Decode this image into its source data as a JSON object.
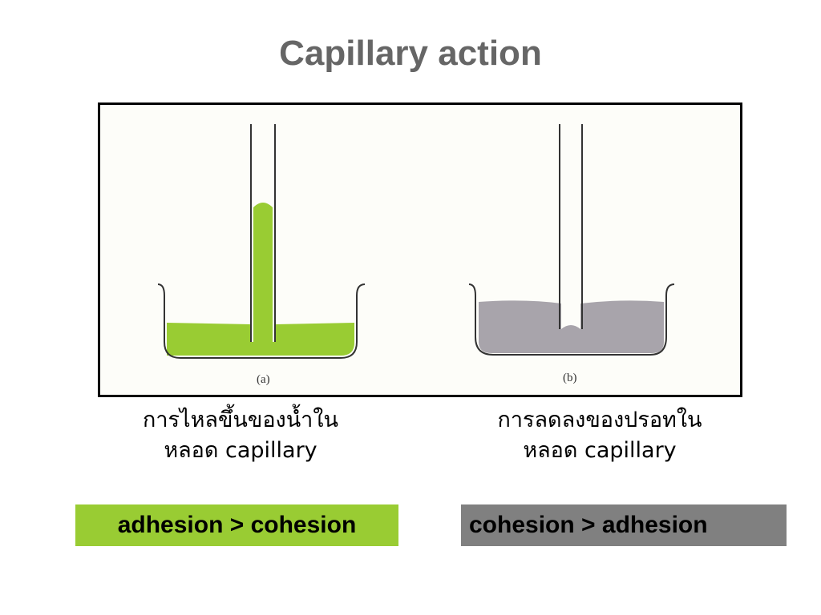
{
  "title": "Capillary action",
  "figure": {
    "label_a": "(a)",
    "label_b": "(b)",
    "colors": {
      "water": "#99cc33",
      "mercury": "#a8a4ab",
      "line": "#333333"
    }
  },
  "captions": {
    "left": {
      "line1": "การไหลขึ้นของน้ำใน",
      "line2": "หลอด capillary"
    },
    "right": {
      "line1": "การลดลงของปรอทใน",
      "line2": "หลอด capillary"
    }
  },
  "relations": {
    "left": {
      "text": "adhesion > cohesion",
      "color": "#99cc33"
    },
    "right": {
      "text": "cohesion > adhesion",
      "color": "#808080"
    }
  }
}
